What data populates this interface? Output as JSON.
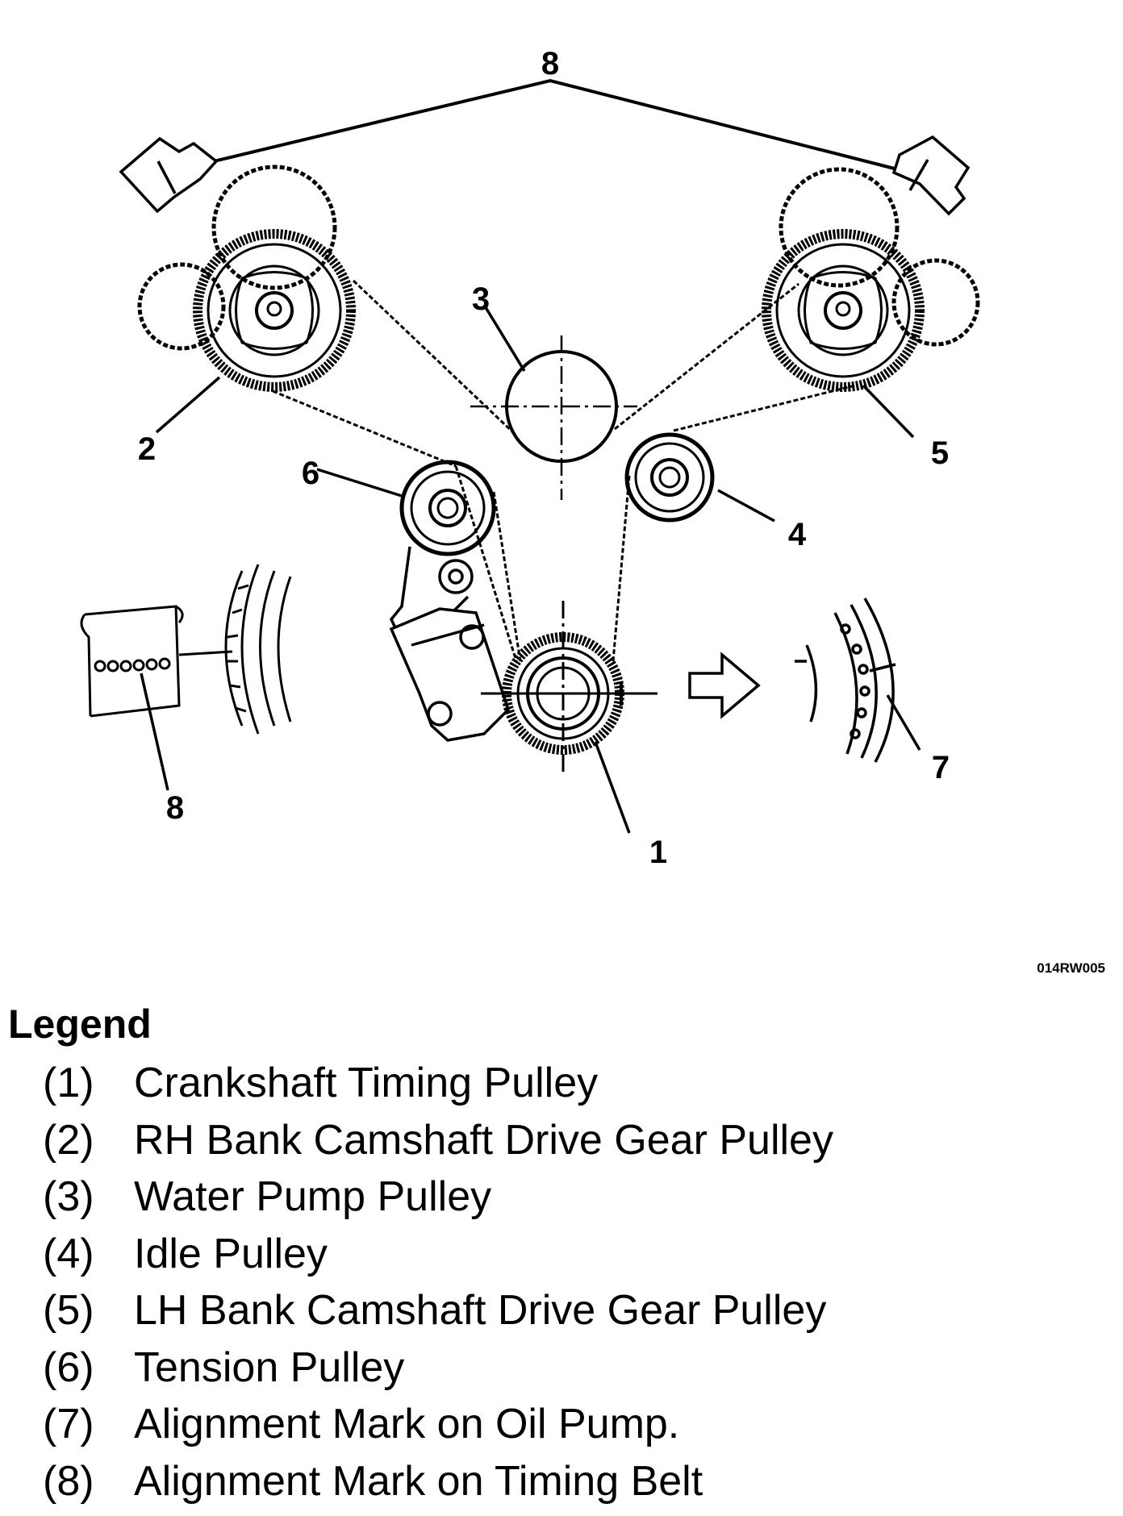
{
  "callouts": {
    "c1": "1",
    "c2": "2",
    "c3": "3",
    "c4": "4",
    "c5": "5",
    "c6": "6",
    "c7": "7",
    "c8_top": "8",
    "c8_left": "8"
  },
  "figure_id": "014RW005",
  "legend": {
    "title": "Legend",
    "items": [
      {
        "num": "(1)",
        "text": "Crankshaft Timing Pulley"
      },
      {
        "num": "(2)",
        "text": "RH Bank Camshaft Drive Gear Pulley"
      },
      {
        "num": "(3)",
        "text": "Water Pump Pulley"
      },
      {
        "num": "(4)",
        "text": "Idle Pulley"
      },
      {
        "num": "(5)",
        "text": "LH Bank Camshaft Drive Gear Pulley"
      },
      {
        "num": "(6)",
        "text": "Tension Pulley"
      },
      {
        "num": "(7)",
        "text": "Alignment Mark on Oil Pump."
      },
      {
        "num": "(8)",
        "text": "Alignment Mark on Timing Belt"
      }
    ]
  }
}
